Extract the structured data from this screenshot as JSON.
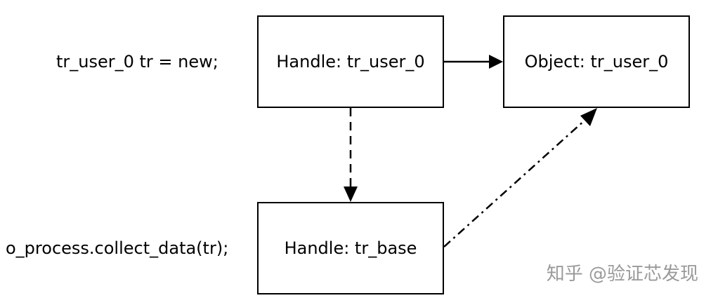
{
  "code_lines": {
    "line1": "tr_user_0 tr = new;",
    "line2": "o_process.collect_data(tr);"
  },
  "boxes": {
    "handle_user": "Handle: tr_user_0",
    "object_user": "Object: tr_user_0",
    "handle_base": "Handle: tr_base"
  },
  "watermark": "知乎 @验证芯发现",
  "colors": {
    "stroke": "#000000",
    "watermark": "#9a9a9a"
  }
}
